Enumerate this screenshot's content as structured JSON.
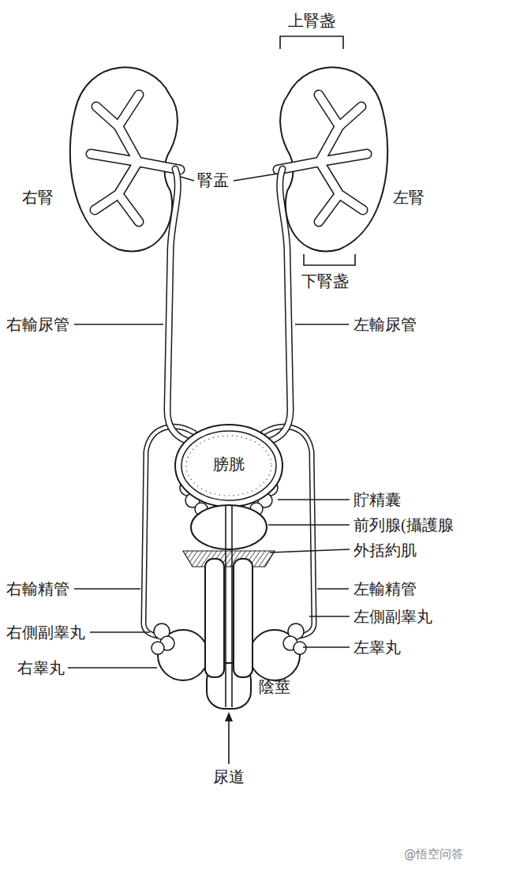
{
  "diagram": {
    "labels": [
      "上腎盏",
      "右腎",
      "腎盂",
      "左腎",
      "下腎盏",
      "右輸尿管",
      "左輸尿管",
      "膀胱",
      "貯精囊",
      "前列腺(攝護腺",
      "外括約肌",
      "右輸精管",
      "左輸精管",
      "右側副睾丸",
      "左側副睾丸",
      "右睾丸",
      "左睾丸",
      "陰莖",
      "尿道",
      "@悟空问答"
    ]
  }
}
